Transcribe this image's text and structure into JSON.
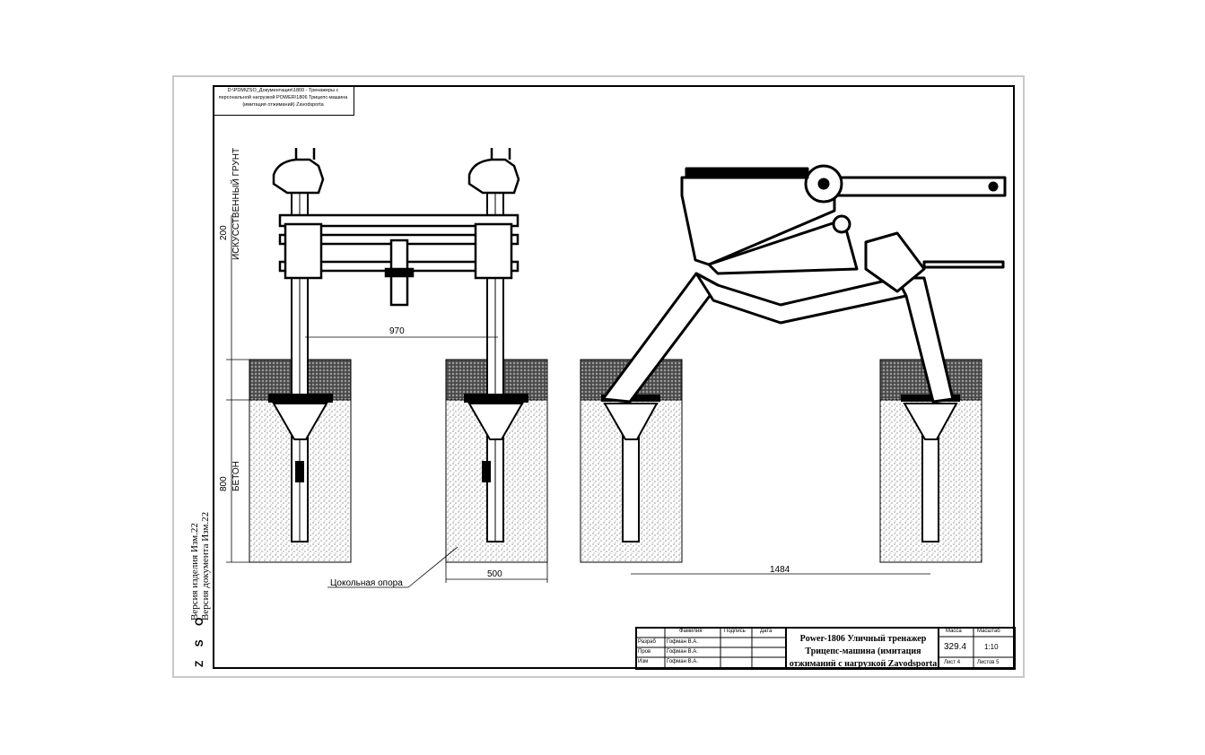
{
  "path_note": "D:\\PDM\\ZSO_Документация\\1800 - Тренажеры с персональной нагрузкой POWER\\1806 Трицепс-машина (имитация отжиманий) Zavodsporta",
  "side_labels": {
    "version_item": "Версия изделия Изм.22",
    "version_doc": "Версия документа Изм.22",
    "company": "Z S O"
  },
  "dimensions": {
    "soil_depth": "200",
    "soil_label": "ИСКУССТВЕННЫЙ ГРУНТ",
    "concrete_depth": "800",
    "concrete_label": "БЕТОН",
    "front_span": "970",
    "footing_width": "500",
    "side_span": "1484",
    "plinth_label": "Цокольная опора"
  },
  "title_block": {
    "headers": [
      "Фамилия",
      "Подпись",
      "Дата"
    ],
    "rows": [
      {
        "role": "Разраб",
        "name": "Гофман В.А."
      },
      {
        "role": "Пров",
        "name": "Гофман В.А."
      },
      {
        "role": "Изм",
        "name": "Гофман В.А."
      }
    ],
    "title": "Power-1806 Уличный тренажер Трицепс-машина (имитация отжиманий с нагрузкой Zavodsporta",
    "mass_label": "Масса",
    "mass_value": "329.4",
    "scale_label": "Масштаб",
    "scale_value": "1:10",
    "sheet_label": "Лист 4",
    "sheets_label": "Листов 5"
  }
}
